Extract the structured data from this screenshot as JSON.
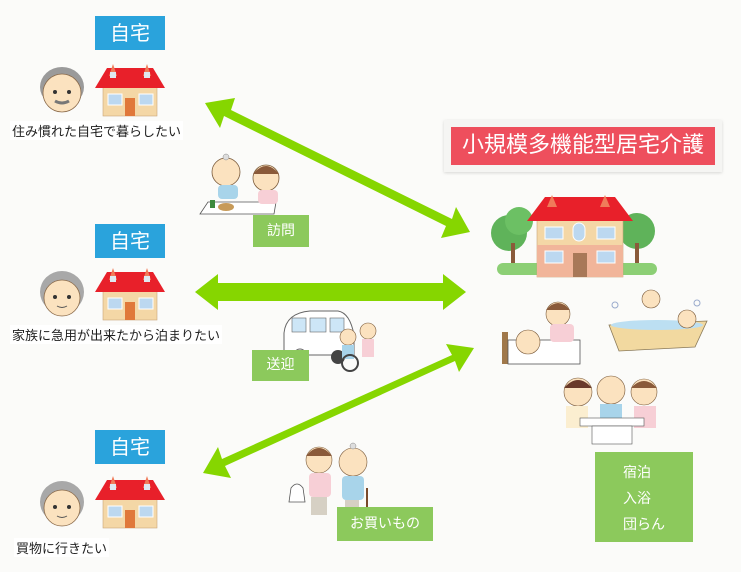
{
  "facility": {
    "title": "小規模多機能型居宅介護",
    "services": [
      "宿泊",
      "入浴",
      "団らん"
    ]
  },
  "homes": [
    {
      "tag": "自宅",
      "caption": "住み慣れた自宅で暮らしたい"
    },
    {
      "tag": "自宅",
      "caption": "家族に急用が出来たから泊まりたい"
    },
    {
      "tag": "自宅",
      "caption": "買物に行きたい"
    }
  ],
  "services": [
    {
      "label": "訪問"
    },
    {
      "label": "送迎"
    },
    {
      "label": "お買いもの"
    }
  ],
  "colors": {
    "home_tag": "#2aa3dc",
    "title_box": "#ee4f5d",
    "service_tag": "#8cc95c",
    "arrow": "#86d600",
    "roof": "#e8202a"
  }
}
